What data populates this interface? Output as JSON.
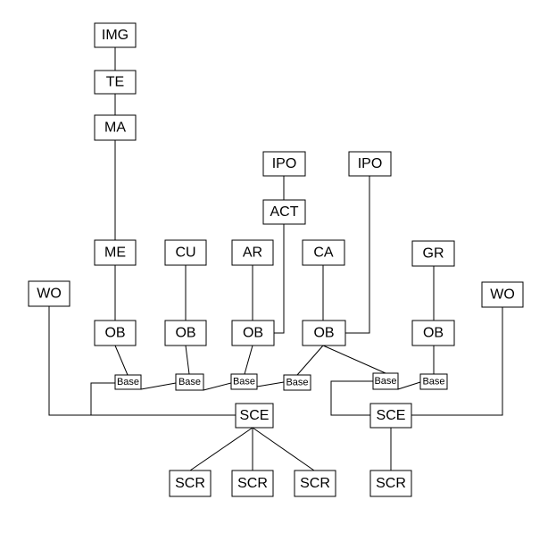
{
  "nodes": {
    "img": "IMG",
    "te": "TE",
    "ma": "MA",
    "ipo_1": "IPO",
    "ipo_2": "IPO",
    "act": "ACT",
    "me": "ME",
    "cu": "CU",
    "ar": "AR",
    "ca": "CA",
    "gr": "GR",
    "wo_left": "WO",
    "wo_right": "WO",
    "ob_1": "OB",
    "ob_2": "OB",
    "ob_3": "OB",
    "ob_4": "OB",
    "ob_5": "OB",
    "base_1": "Base",
    "base_2": "Base",
    "base_3": "Base",
    "base_4": "Base",
    "base_5": "Base",
    "base_6": "Base",
    "sce_left": "SCE",
    "sce_right": "SCE",
    "scr_1": "SCR",
    "scr_2": "SCR",
    "scr_3": "SCR",
    "scr_4": "SCR"
  }
}
